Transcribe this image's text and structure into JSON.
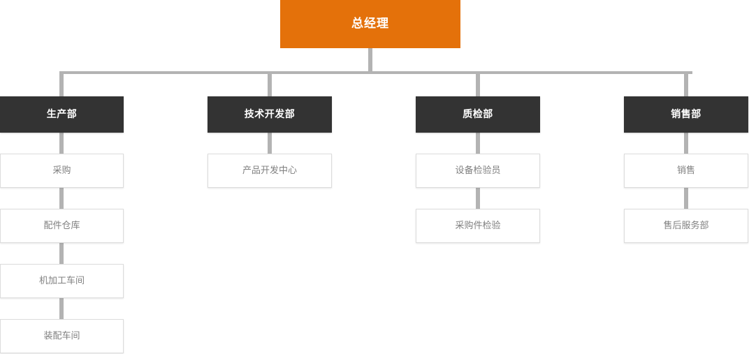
{
  "chart_title": "总经理",
  "colors": {
    "root_bg": "#e4710a",
    "root_text": "#ffffff",
    "dept_bg": "#333333",
    "dept_text": "#ffffff",
    "sub_bg": "#ffffff",
    "sub_text": "#808080",
    "sub_border": "#dcdcdc",
    "connector": "#b3b3b3",
    "page_bg": "#ffffff"
  },
  "root": {
    "label": "总经理"
  },
  "departments": [
    {
      "label": "生产部",
      "children": [
        {
          "label": "采购"
        },
        {
          "label": "配件仓库"
        },
        {
          "label": "机加工车间"
        },
        {
          "label": "装配车间"
        }
      ]
    },
    {
      "label": "技术开发部",
      "children": [
        {
          "label": "产品开发中心"
        }
      ]
    },
    {
      "label": "质检部",
      "children": [
        {
          "label": "设备检验员"
        },
        {
          "label": "采购件检验"
        }
      ]
    },
    {
      "label": "销售部",
      "children": [
        {
          "label": "销售"
        },
        {
          "label": "售后服务部"
        }
      ]
    }
  ]
}
